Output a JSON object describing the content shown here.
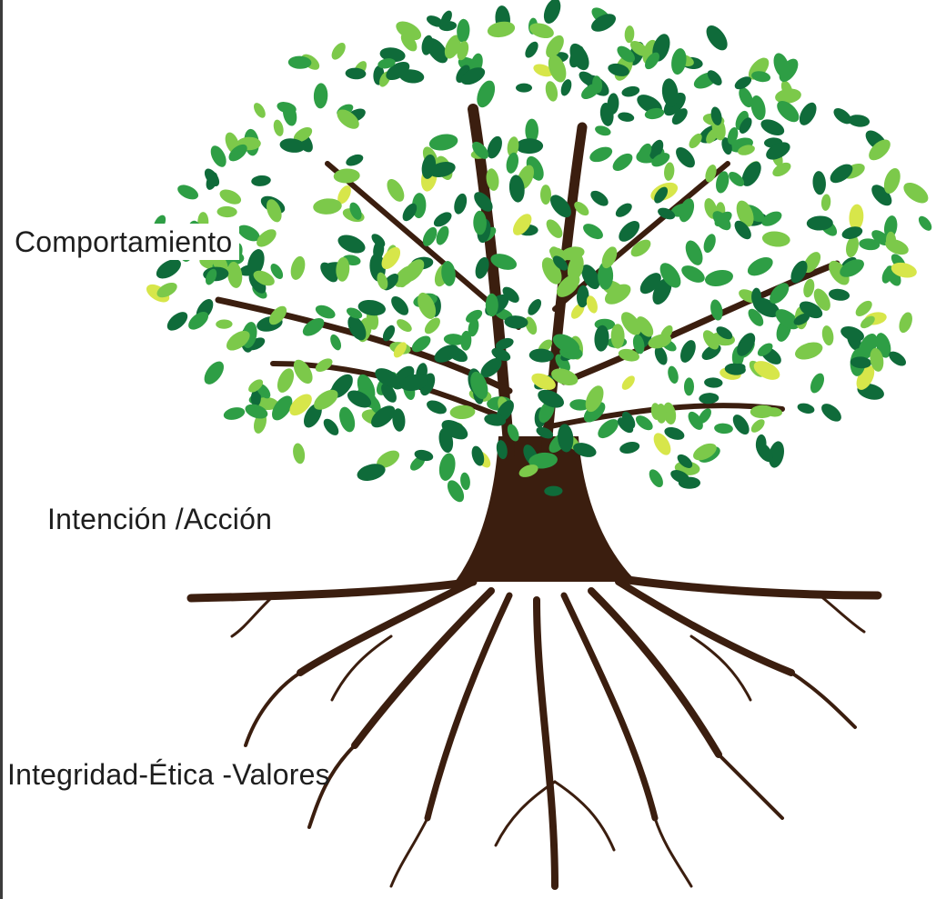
{
  "labels": {
    "behavior": "Comportamiento",
    "intention": "Intención /Acción",
    "integrity": "Integridad-Ética -Valores"
  },
  "colors": {
    "trunk": "#3b1e0f",
    "leaf_dark": "#0f6b3a",
    "leaf_mid": "#2e9e45",
    "leaf_light": "#7cc94a",
    "leaf_yellow": "#d7e64a",
    "text": "#1e1e1e"
  }
}
